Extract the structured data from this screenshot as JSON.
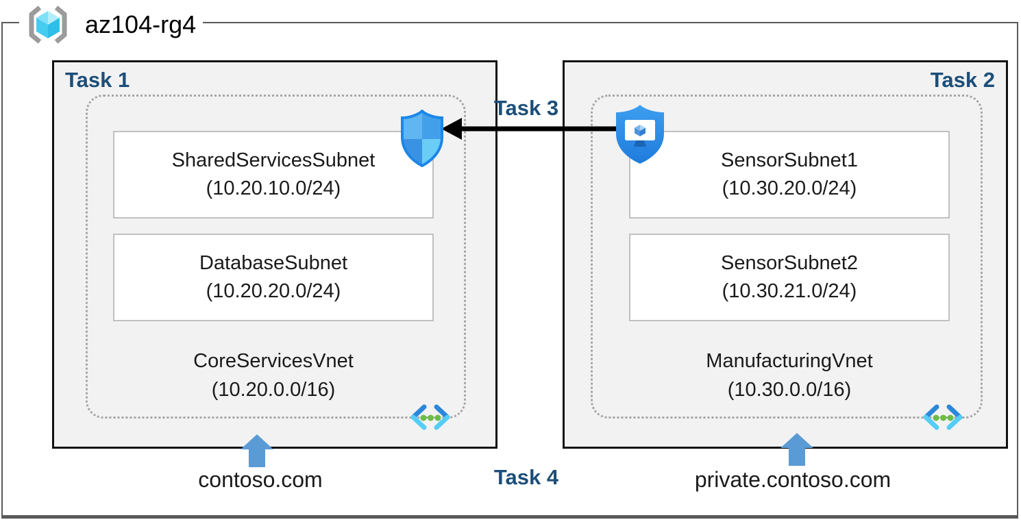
{
  "diagram": {
    "resource_group": "az104-rg4",
    "tasks": {
      "task1": "Task 1",
      "task2": "Task 2",
      "task3": "Task 3",
      "task4": "Task 4"
    },
    "vnets": [
      {
        "task": "Task 1",
        "name": "CoreServicesVnet",
        "address": "(10.20.0.0/16)",
        "dns_zone": "contoso.com",
        "subnets": [
          {
            "name": "SharedServicesSubnet",
            "address": "(10.20.10.0/24)"
          },
          {
            "name": "DatabaseSubnet",
            "address": "(10.20.20.0/24)"
          }
        ]
      },
      {
        "task": "Task 2",
        "name": "ManufacturingVnet",
        "address": "(10.30.0.0/16)",
        "dns_zone": "private.contoso.com",
        "subnets": [
          {
            "name": "SensorSubnet1",
            "address": "(10.30.20.0/24)"
          },
          {
            "name": "SensorSubnet2",
            "address": "(10.30.21.0/24)"
          }
        ]
      }
    ],
    "icons": {
      "resource_group": "resource-group-icon",
      "network_security_group": "nsg-shield-icon",
      "application_security_group": "asg-shield-monitor-icon",
      "virtual_network": "vnet-brackets-icon",
      "dns_zone_pointer": "blue-up-arrow-icon",
      "task3_connection": "black-left-arrow"
    },
    "colors": {
      "task_label": "#1C4E79",
      "box_fill": "#F2F2F2",
      "box_border": "#111111",
      "outer_border": "#595959",
      "dotted_border": "#A6A6A6",
      "subnet_border": "#C0C0C0",
      "dns_arrow": "#5B9BD5",
      "connection_arrow": "#000000"
    }
  }
}
